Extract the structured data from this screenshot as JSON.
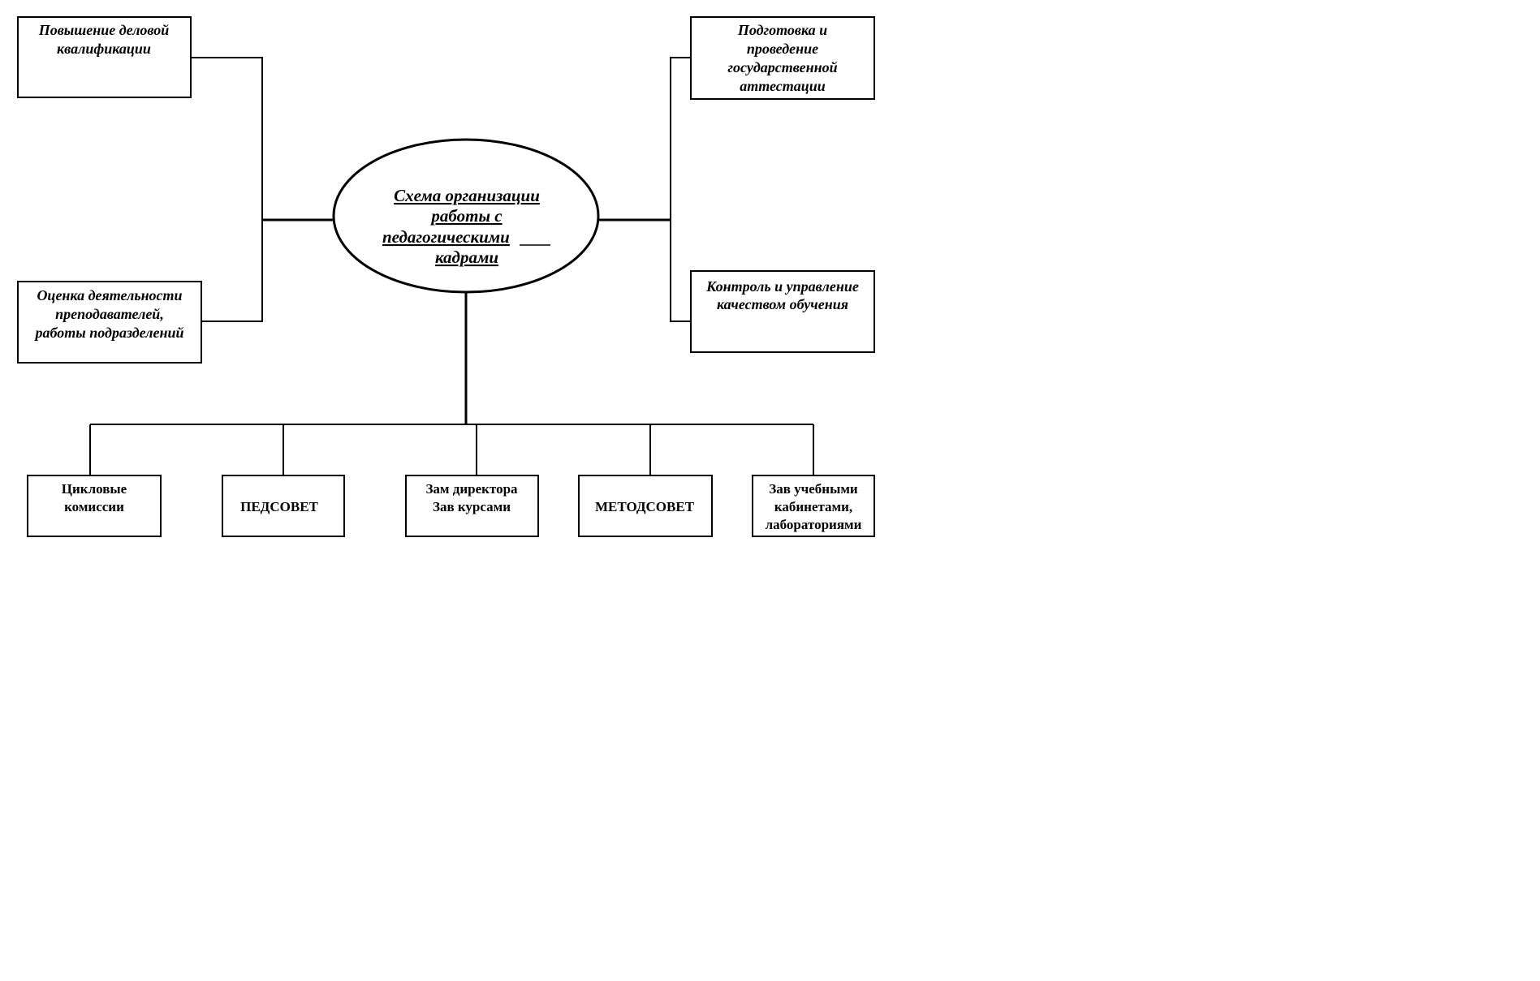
{
  "center": {
    "lines": [
      "Схема организации",
      "работы с",
      "педагогическими",
      "кадрами"
    ]
  },
  "left_boxes": [
    {
      "lines": [
        "Повышение деловой",
        "квалификации"
      ]
    },
    {
      "lines": [
        "Оценка деятельности",
        "преподавателей,",
        "работы подразделений"
      ]
    }
  ],
  "right_boxes": [
    {
      "lines": [
        "Подготовка и",
        "проведение",
        "государственной",
        "аттестации"
      ]
    },
    {
      "lines": [
        "Контроль и управление",
        "качеством обучения"
      ]
    }
  ],
  "bottom_boxes": [
    {
      "lines": [
        "Цикловые",
        "комиссии"
      ]
    },
    {
      "lines": [
        "ПЕДСОВЕТ"
      ]
    },
    {
      "lines": [
        "Зам директора",
        "Зав курсами"
      ]
    },
    {
      "lines": [
        "МЕТОДСОВЕТ"
      ]
    },
    {
      "lines": [
        "Зав учебными",
        "кабинетами,",
        "лабораториями"
      ]
    }
  ]
}
